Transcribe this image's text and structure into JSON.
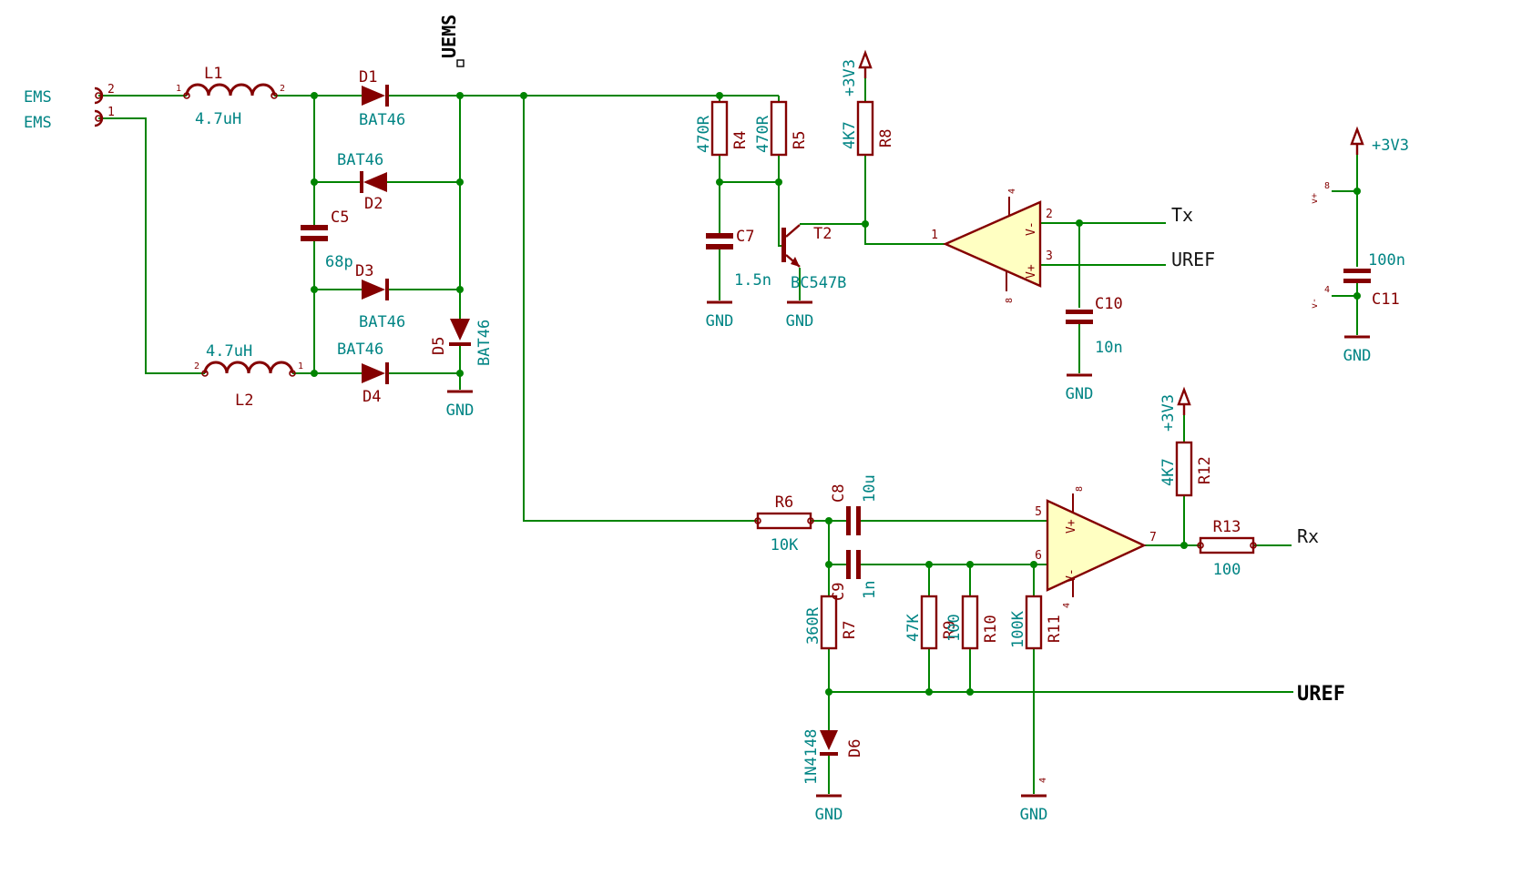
{
  "app": {
    "type": "circuit-schematic"
  },
  "colors": {
    "background": "#ffffff",
    "wire_green": "#008400",
    "symbol_maroon": "#840000",
    "value_teal": "#008484",
    "net_label_black": "#141414",
    "opamp_fill_yellow": "#ffffc2"
  },
  "net_labels": {
    "uems": "UEMS",
    "tx": "Tx",
    "uref_top": "UREF",
    "rx": "Rx",
    "uref_bottom": "UREF",
    "ems_pin2": "EMS",
    "ems_pin1": "EMS"
  },
  "power": {
    "v33": "+3V3",
    "gnd": "GND"
  },
  "components": {
    "L1": {
      "ref": "L1",
      "value": "4.7uH"
    },
    "L2": {
      "ref": "L2",
      "value": "4.7uH"
    },
    "D1": {
      "ref": "D1",
      "value": "BAT46"
    },
    "D2": {
      "ref": "D2",
      "value": "BAT46"
    },
    "D3": {
      "ref": "D3",
      "value": "BAT46"
    },
    "D4": {
      "ref": "D4",
      "value": "BAT46"
    },
    "D5": {
      "ref": "D5",
      "value": "BAT46"
    },
    "D6": {
      "ref": "D6",
      "value": "1N4148"
    },
    "C5": {
      "ref": "C5",
      "value": "68p"
    },
    "C7": {
      "ref": "C7",
      "value": "1.5n"
    },
    "C8": {
      "ref": "C8",
      "value": "10u"
    },
    "C9": {
      "ref": "C9",
      "value": "1n"
    },
    "C10": {
      "ref": "C10",
      "value": "10n"
    },
    "C11": {
      "ref": "C11",
      "value": "100n"
    },
    "R4": {
      "ref": "R4",
      "value": "470R"
    },
    "R5": {
      "ref": "R5",
      "value": "470R"
    },
    "R6": {
      "ref": "R6",
      "value": "10K"
    },
    "R7": {
      "ref": "R7",
      "value": "360R"
    },
    "R8": {
      "ref": "R8",
      "value": "4K7"
    },
    "R9": {
      "ref": "R9",
      "value": "47K"
    },
    "R10": {
      "ref": "R10",
      "value": "100"
    },
    "R11": {
      "ref": "R11",
      "value": "100K"
    },
    "R12": {
      "ref": "R12",
      "value": "4K7"
    },
    "R13": {
      "ref": "R13",
      "value": "100"
    },
    "T2": {
      "ref": "T2",
      "value": "BC547B"
    }
  },
  "opamp_a": {
    "pin_out": "1",
    "pin_inp": "2",
    "pin_inn": "3",
    "pin_vtop": "4",
    "pin_vbot": "8",
    "label_vplus": "V+",
    "label_vminus": "V-"
  },
  "opamp_b": {
    "pin_inp": "5",
    "pin_inn": "6",
    "pin_out": "7",
    "pin_vtop": "8",
    "pin_vbot": "4",
    "label_vplus": "V+",
    "label_vminus": "V-"
  },
  "connector": {
    "pin_top": "2",
    "pin_bottom": "1"
  },
  "pin_numbers": {
    "p1": "1",
    "p2": "2",
    "p4": "4",
    "p8": "8",
    "vplus": "v+",
    "vminus": "v-"
  }
}
